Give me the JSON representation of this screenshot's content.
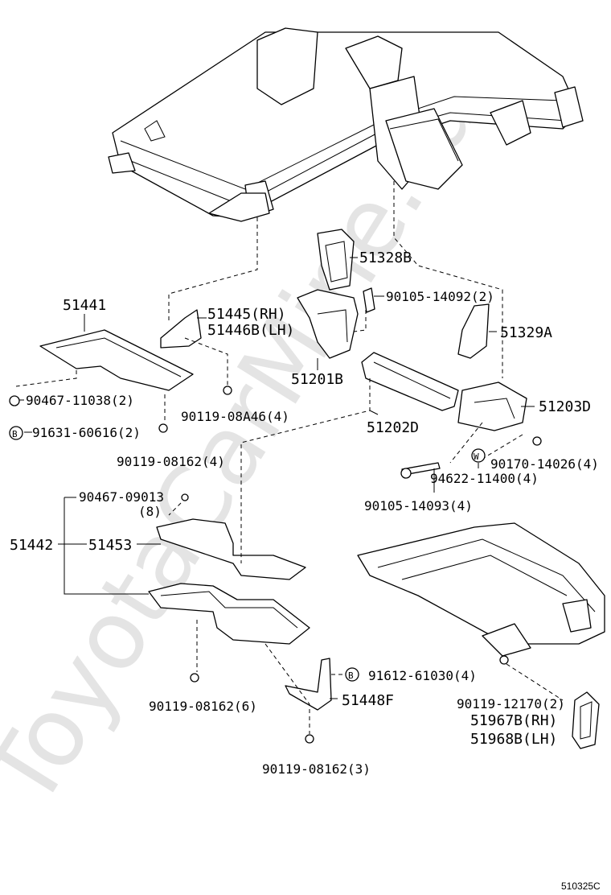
{
  "watermark": "ToyotaCarMine.ru",
  "diagram_code": "510325C",
  "labels": {
    "p51328B": "51328B",
    "p90105_14092": "90105-14092(2)",
    "p51441": "51441",
    "p51445": "51445(RH)",
    "p51446B": "51446B(LH)",
    "p51329A": "51329A",
    "p51201B": "51201B",
    "p90467_11038": "90467-11038(2)",
    "p51203D": "51203D",
    "p91631": "91631-60616(2)",
    "p90119_08A46": "90119-08A46(4)",
    "p51202D": "51202D",
    "p90119_08162_4": "90119-08162(4)",
    "p90170": "90170-14026(4)",
    "p94622": "94622-11400(4)",
    "p90467_09013": "90467-09013",
    "p8": "(8)",
    "p90105_14093": "90105-14093(4)",
    "p51442": "51442",
    "p51453": "51453",
    "p91612": "91612-61030(4)",
    "p51448F": "51448F",
    "p90119_12170": "90119-12170(2)",
    "p90119_08162_6": "90119-08162(6)",
    "p51967B": "51967B(RH)",
    "p51968B": "51968B(LH)",
    "p90119_08162_3": "90119-08162(3)"
  },
  "markers": {
    "b1": "B",
    "b2": "B",
    "w": "W"
  }
}
